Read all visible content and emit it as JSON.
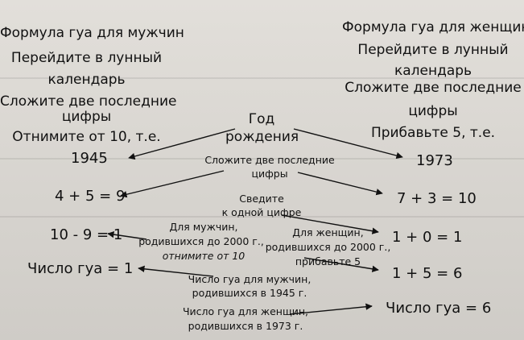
{
  "men_column": {
    "title": "Формула гуа для мужчин",
    "step1_line1": "Перейдите в лунный",
    "step1_line2": "календарь",
    "step2_line1": "Сложите две последние",
    "step2_line2": "цифры",
    "step3": "Отнимите от 10, т.е."
  },
  "women_column": {
    "title": "Формула гуа для женщин",
    "step1_line1": "Перейдите в лунный",
    "step1_line2": "календарь",
    "step2_line1": "Сложите две последние",
    "step2_line2": "цифры",
    "step3": "Прибавьте 5, т.е."
  },
  "center": {
    "year_line1": "Год",
    "year_line2": "рождения",
    "sum_line1": "Сложите две последние",
    "sum_line2": "цифры",
    "reduce_line1": "Сведите",
    "reduce_line2": "к одной цифре"
  },
  "men_values": {
    "year": "1945",
    "sum": "4 + 5 = 9",
    "subtract": "10 - 9 = 1",
    "result": "Число гуа = 1"
  },
  "women_values": {
    "year": "1973",
    "sum": "7 + 3 = 10",
    "reduce": "1 + 0 = 1",
    "add": "1 + 5 = 6",
    "result": "Число гуа = 6"
  },
  "notes": {
    "men_before_2000_line1": "Для мужчин,",
    "men_before_2000_line2": "родившихся до 2000 г.,",
    "men_before_2000_line3": "отнимите от 10",
    "women_before_2000_line1": "Для женщин,",
    "women_before_2000_line2": "родившихся до 2000 г.,",
    "women_before_2000_line3": "прибавьте 5",
    "men_1945_line1": "Число гуа для мужчин,",
    "men_1945_line2": "родившихся в 1945 г.",
    "women_1973_line1": "Число гуа для женщин,",
    "women_1973_line2": "родившихся в 1973 г."
  }
}
